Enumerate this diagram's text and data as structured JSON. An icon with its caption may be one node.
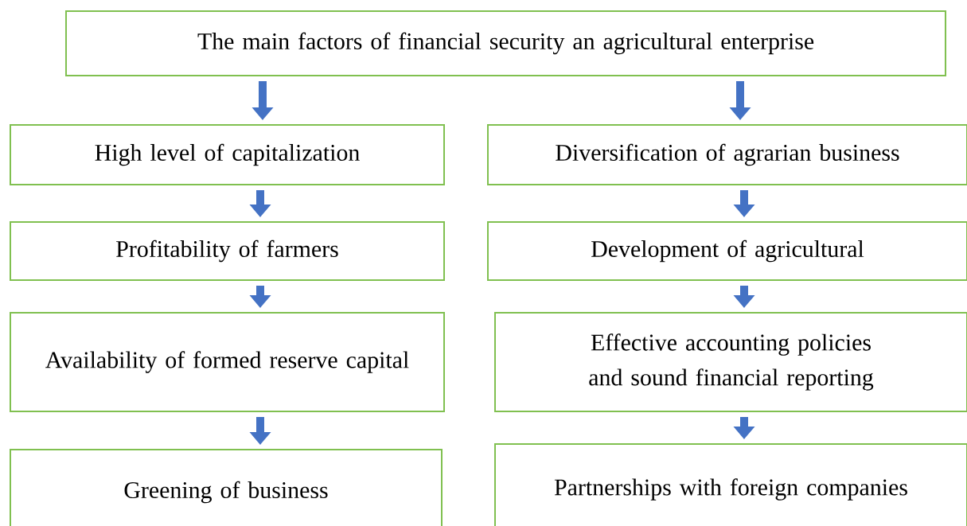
{
  "diagram": {
    "nodes": [
      {
        "text": [
          "The main factors of financial security an agricultural enterprise"
        ]
      },
      {
        "text": [
          "High level of capitalization"
        ]
      },
      {
        "text": [
          "Diversification of agrarian business"
        ]
      },
      {
        "text": [
          "Profitability of farmers"
        ]
      },
      {
        "text": [
          "Development of agricultural"
        ]
      },
      {
        "text": [
          "Availability of formed reserve capital"
        ]
      },
      {
        "text": [
          "Effective accounting policies and sound financial reporting"
        ]
      },
      {
        "text": [
          "Greening of business"
        ]
      },
      {
        "text": [
          "Partnerships with foreign companies"
        ]
      }
    ],
    "edges": [
      {
        "from": 0,
        "to": 1,
        "arrow": "to"
      },
      {
        "from": 0,
        "to": 2,
        "arrow": "to"
      },
      {
        "from": 1,
        "to": 3,
        "arrow": "to"
      },
      {
        "from": 2,
        "to": 4,
        "arrow": "to"
      },
      {
        "from": 3,
        "to": 5,
        "arrow": "to"
      },
      {
        "from": 4,
        "to": 6,
        "arrow": "to"
      },
      {
        "from": 5,
        "to": 7,
        "arrow": "to"
      },
      {
        "from": 6,
        "to": 8,
        "arrow": "to"
      }
    ]
  }
}
